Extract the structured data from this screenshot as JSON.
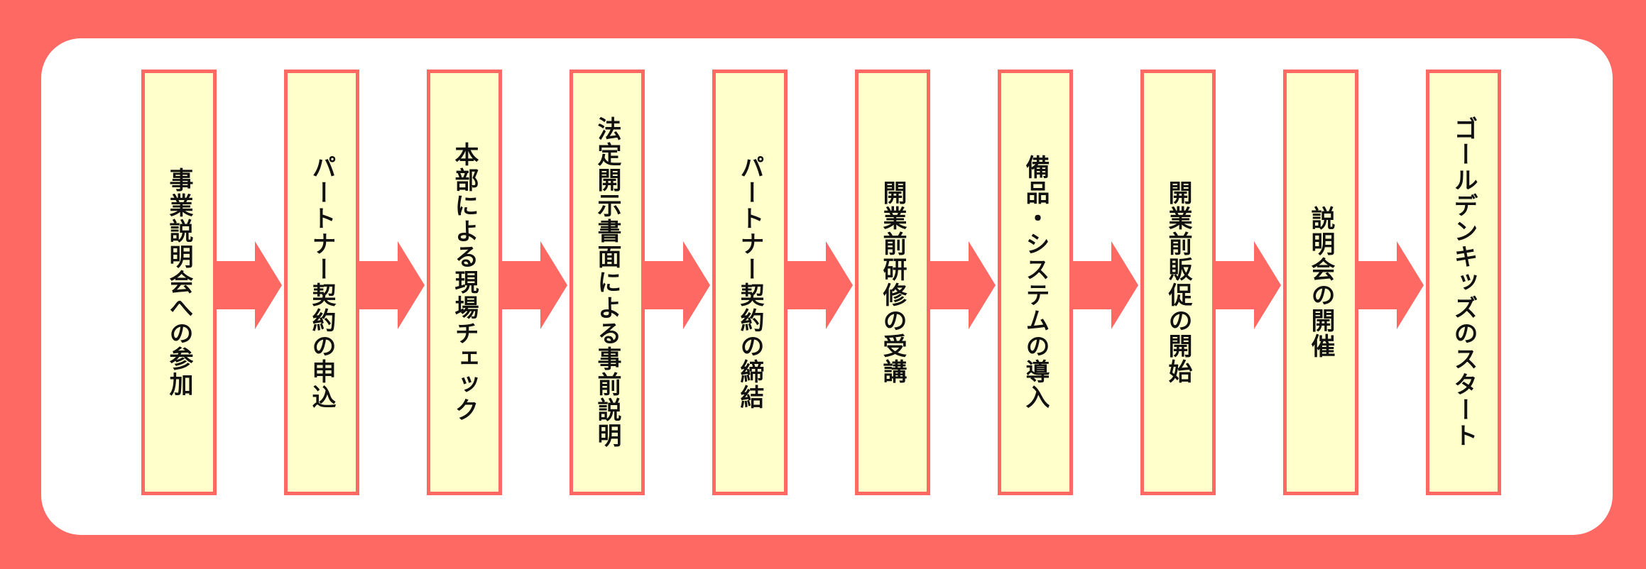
{
  "diagram": {
    "colors": {
      "frame": "#fe6a63",
      "panel": "#ffffff",
      "step_fill": "#ffffcc",
      "step_border": "#fe6a63",
      "arrow": "#fe6a63",
      "text": "#111111"
    },
    "steps": [
      {
        "label": "事業説明会への参加"
      },
      {
        "label": "パートナー契約の申込"
      },
      {
        "label": "本部による現場チェック"
      },
      {
        "label": "法定開示書面による事前説明"
      },
      {
        "label": "パートナー契約の締結"
      },
      {
        "label": "開業前研修の受講"
      },
      {
        "label": "備品・システムの導入"
      },
      {
        "label": "開業前販促の開始"
      },
      {
        "label": "説明会の開催"
      },
      {
        "label": "ゴールデンキッズのスタート"
      }
    ],
    "arrow_icon": "right-arrow-icon"
  }
}
